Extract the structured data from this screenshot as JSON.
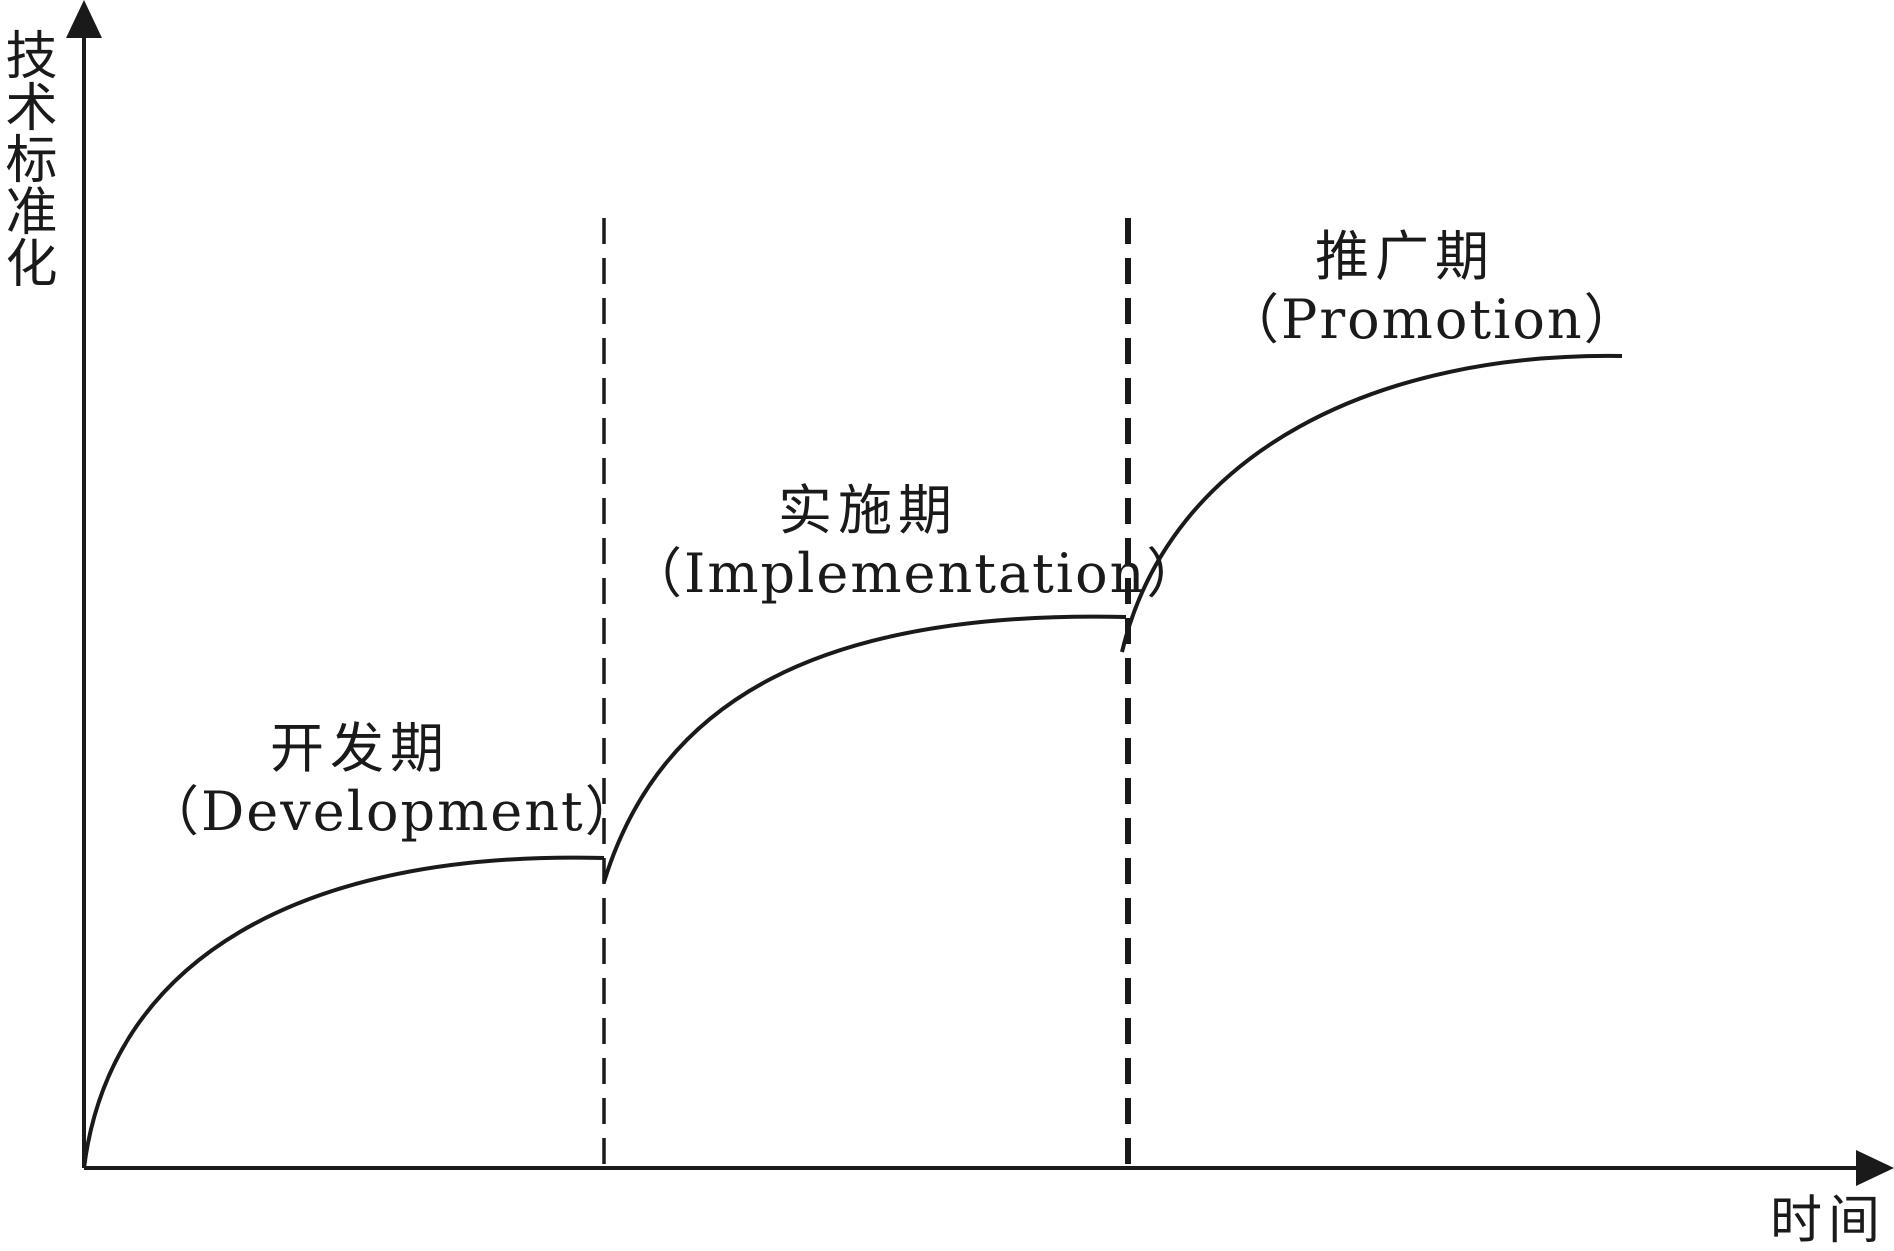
{
  "y_axis": {
    "label": "技术标准化"
  },
  "x_axis": {
    "label": "时间"
  },
  "phases": [
    {
      "cn": "开发期",
      "en": "（Development）"
    },
    {
      "cn": "实施期",
      "en": "（Implementation）"
    },
    {
      "cn": "推广期",
      "en": "（Promotion）"
    }
  ],
  "colors": {
    "ink": "#1a1a1a",
    "background": "#ffffff"
  }
}
